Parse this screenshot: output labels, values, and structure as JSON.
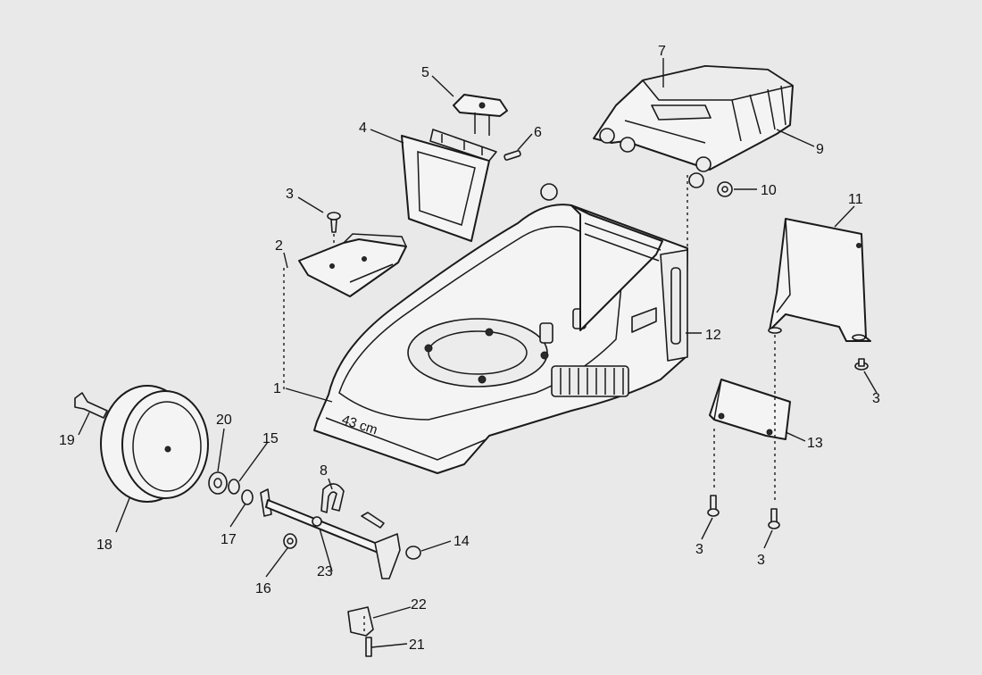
{
  "deck_marking": "43 cm",
  "callouts": {
    "c1": "1",
    "c2": "2",
    "c3a": "3",
    "c3b": "3",
    "c3c": "3",
    "c3d": "3",
    "c4": "4",
    "c5": "5",
    "c6": "6",
    "c7": "7",
    "c8": "8",
    "c9": "9",
    "c10": "10",
    "c11": "11",
    "c12": "12",
    "c13": "13",
    "c14": "14",
    "c15": "15",
    "c16": "16",
    "c17": "17",
    "c18": "18",
    "c19": "19",
    "c20": "20",
    "c21": "21",
    "c22": "22",
    "c23": "23"
  }
}
